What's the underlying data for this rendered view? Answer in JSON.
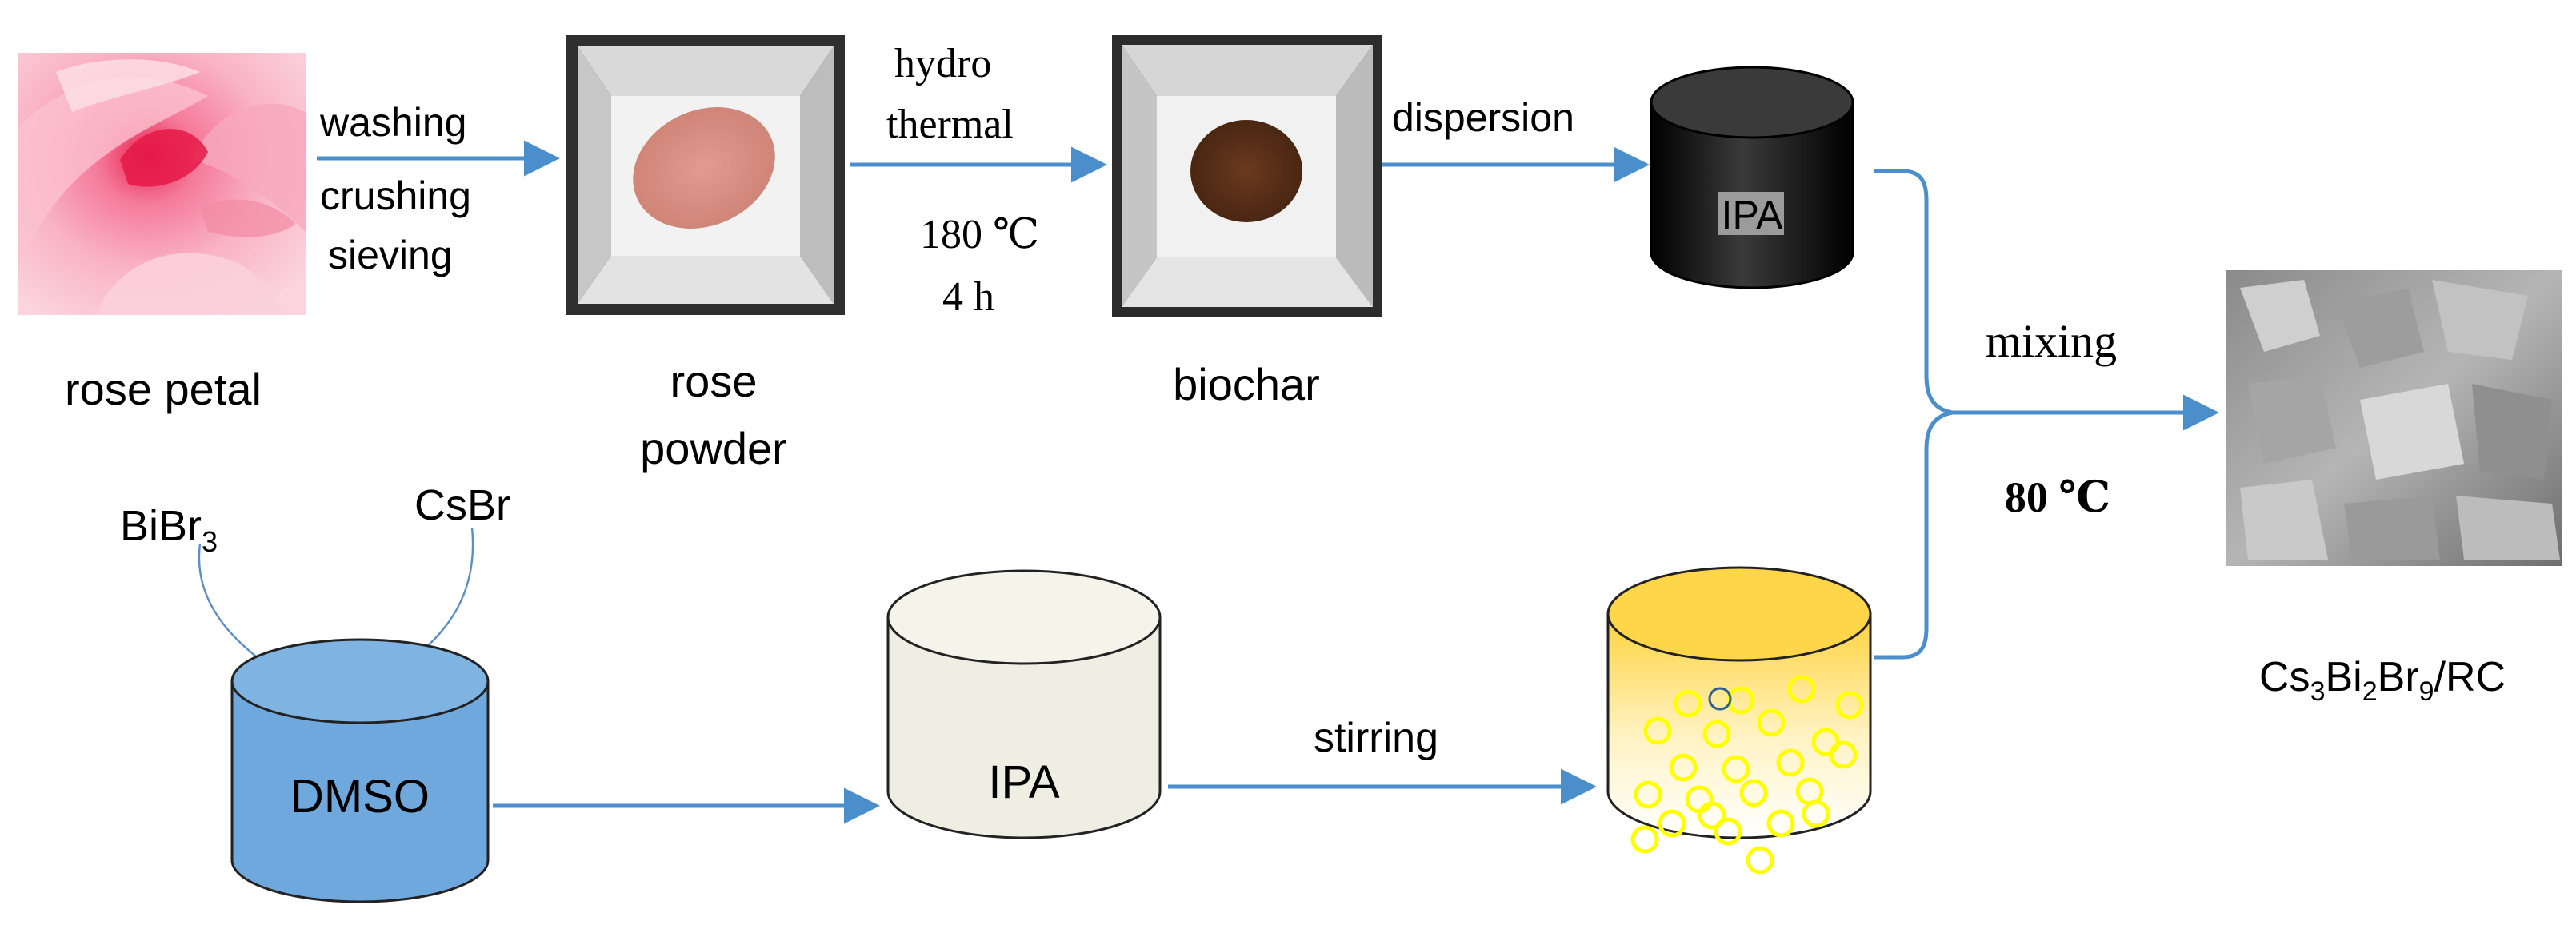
{
  "colors": {
    "arrow": "#4a8fcc",
    "thin_arrow": "#5b8fc9",
    "ipa_black": "#0a0a0a",
    "dmso_blue": "#6fa8dc",
    "ipa_beige": "#efeee2",
    "yellow_top": "#ffd54a",
    "bubble": "#ffff00"
  },
  "images": {
    "rose_petal": "photo of pink rose petal",
    "rose_powder": "photo of pink rose powder on weighing paper",
    "biochar": "photo of brown biochar powder on weighing paper",
    "sem": "SEM micrograph of Cs3Bi2Br9/RC"
  },
  "labels": {
    "rose_petal": "rose petal",
    "rose_powder_line1": "rose",
    "rose_powder_line2": "powder",
    "biochar": "biochar",
    "step1_line1": "washing",
    "step1_line2": "crushing",
    "step1_line3": "sieving",
    "step2_line1": "hydro",
    "step2_line2": "thermal",
    "step2_temp": "180 ℃",
    "step2_time": "4 h",
    "dispersion": "dispersion",
    "ipa_top": "IPA",
    "mixing": "mixing",
    "mix_temp": "80 ℃",
    "bibr": "BiBr",
    "bibr_sub": "3",
    "csbr": "CsBr",
    "dmso": "DMSO",
    "ipa_bottom": "IPA",
    "stirring": "stirring",
    "product": {
      "cs": "Cs",
      "sub3": "3",
      "bi": "Bi",
      "sub2": "2",
      "br": "Br",
      "sub9": "9",
      "rc": "/RC"
    }
  }
}
